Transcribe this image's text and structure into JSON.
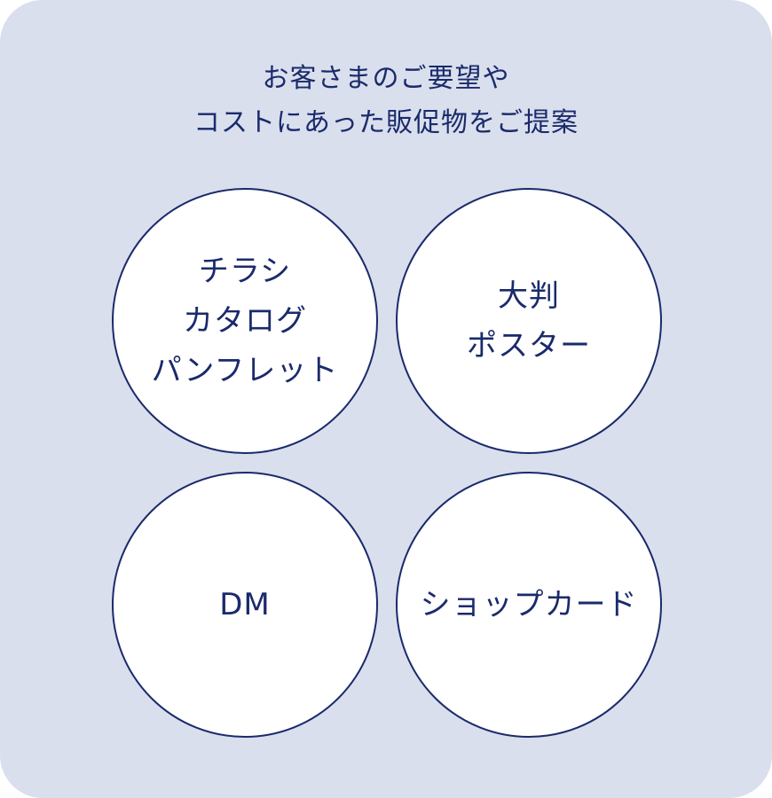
{
  "headline": {
    "line1": "お客さまのご要望や",
    "line2": "コストにあった販促物をご提案"
  },
  "circles": [
    {
      "lines": [
        "チラシ",
        "カタログ",
        "パンフレット"
      ]
    },
    {
      "lines": [
        "大判",
        "ポスター"
      ]
    },
    {
      "lines": [
        "DM"
      ]
    },
    {
      "lines": [
        "ショップカード"
      ]
    }
  ],
  "colors": {
    "background": "#d9dfec",
    "circle_fill": "#ffffff",
    "accent": "#1a2a6c"
  }
}
